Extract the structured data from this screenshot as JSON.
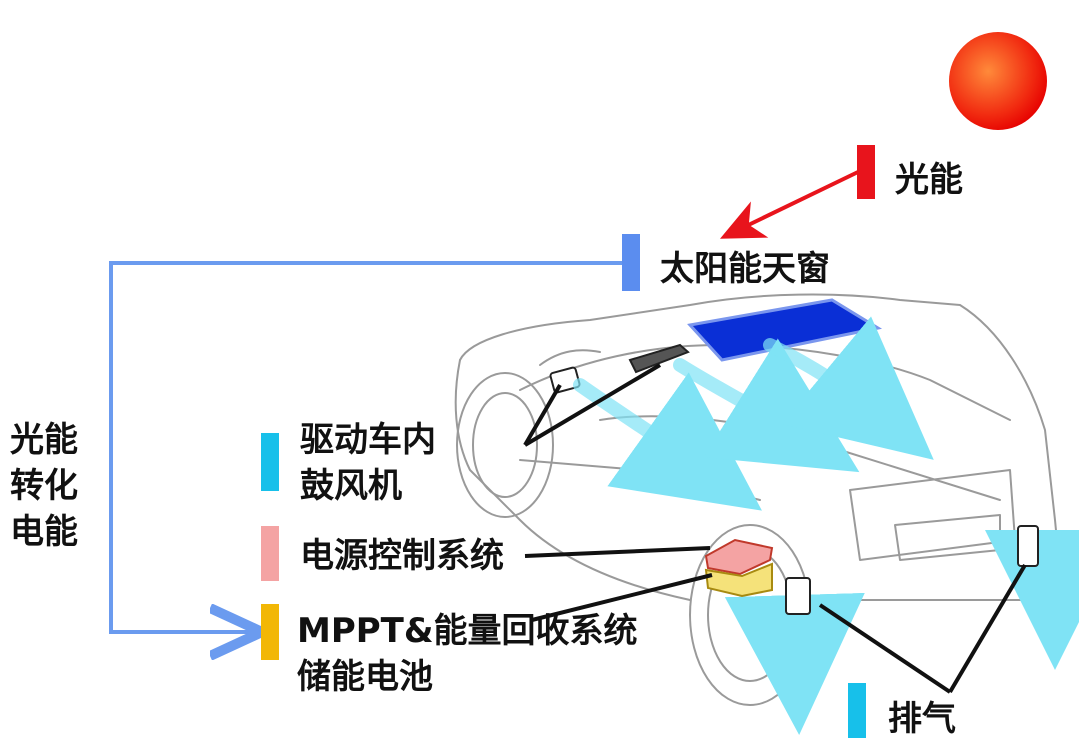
{
  "labels": {
    "light_energy": "光能",
    "solar_sunroof": "太阳能天窗",
    "conversion": [
      "光能",
      "转化",
      "电能"
    ],
    "blower": [
      "驱动车内",
      "鼓风机"
    ],
    "power_control": "电源控制系统",
    "mppt": [
      "MPPT&能量回收系统",
      "储能电池"
    ],
    "exhaust": "排气"
  },
  "colors": {
    "sun_center": "#ff6a2a",
    "sun_edge": "#e60000",
    "light_arrow": "#e8141c",
    "sunroof_bar": "#5b8def",
    "sunroof_panel": "#0a2fd6",
    "flow_line": "#6b9bef",
    "blower_bar": "#17c0ea",
    "power_bar": "#f4a3a3",
    "mppt_bar": "#f2b705",
    "exhaust_bar": "#17c0ea",
    "airflow": "#7fe3f5",
    "car_line": "#9a9a9a"
  }
}
